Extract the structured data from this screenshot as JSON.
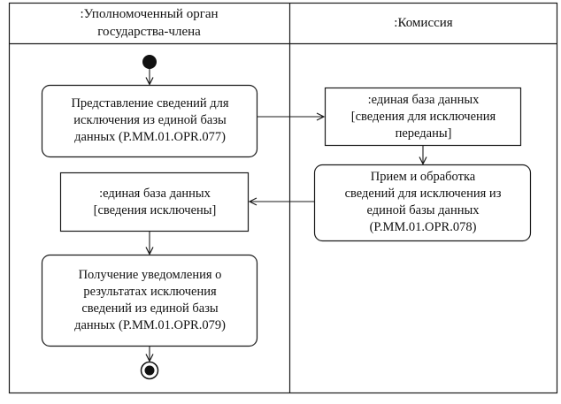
{
  "lanes": {
    "left_title": ":Уполномоченный орган\nгосударства-члена",
    "right_title": ":Комиссия"
  },
  "nodes": {
    "submit": "Представление сведений для\nисключения из единой базы\nданных (P.MM.01.OPR.077)",
    "db_transferred": ":единая база данных\n[сведения для исключения\nпереданы]",
    "receive": "Прием и обработка\nсведений для исключения из\nединой базы данных\n(P.MM.01.OPR.078)",
    "db_excluded": ":единая база данных\n[сведения исключены]",
    "notification": "Получение уведомления о\nрезультатах исключения\nсведений из единой базы\nданных (P.MM.01.OPR.079)"
  },
  "colors": {
    "line": "#1a1a1a",
    "background": "#ffffff"
  }
}
